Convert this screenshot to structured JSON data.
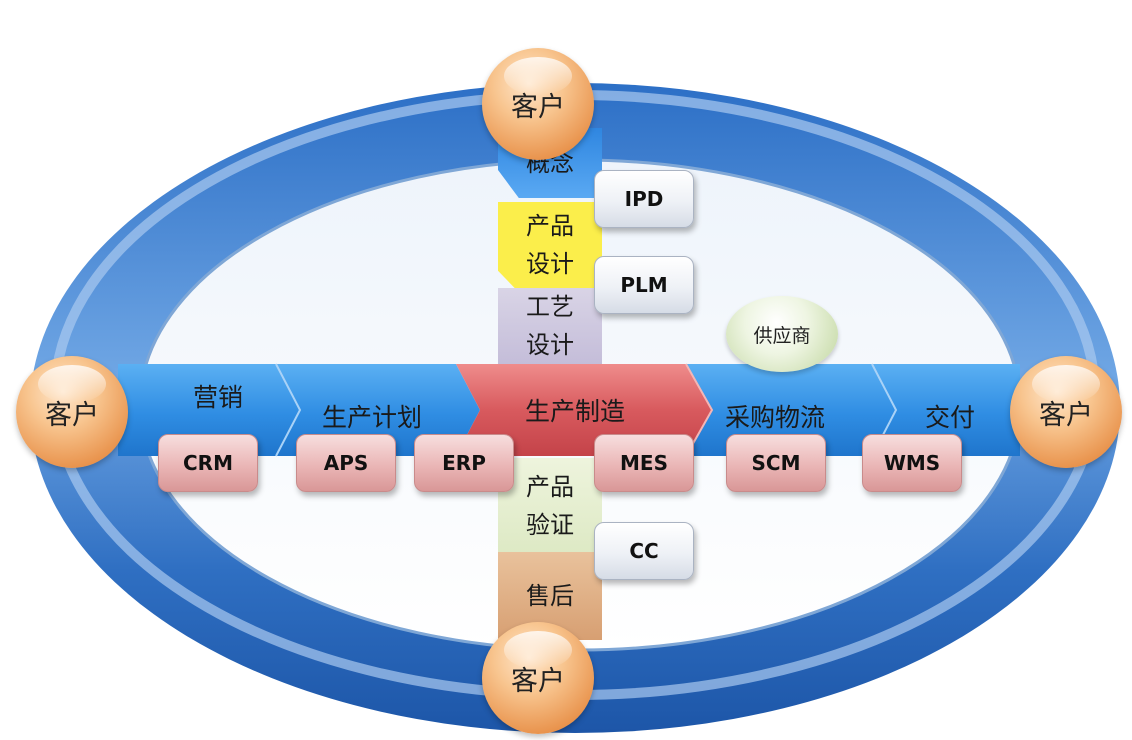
{
  "customer_label": "客户",
  "supplier_label": "供应商",
  "vertical_stages": {
    "concept": "概念",
    "product_design": [
      "产品",
      "设计"
    ],
    "process_design": [
      "工艺",
      "设计"
    ],
    "product_verification": [
      "产品",
      "验证"
    ],
    "after_sales": "售后"
  },
  "horizontal_stages": {
    "marketing": "营销",
    "production_planning": "生产计划",
    "manufacturing": "生产制造",
    "procurement_logistics": "采购物流",
    "delivery": "交付"
  },
  "systems": {
    "ipd": "IPD",
    "plm": "PLM",
    "crm": "CRM",
    "aps": "APS",
    "erp": "ERP",
    "mes": "MES",
    "scm": "SCM",
    "wms": "WMS",
    "cc": "CC"
  },
  "colors": {
    "ring_blue": "#3f7fd0",
    "band_blue": "#3a95e6",
    "manufacturing_red": "#d9545b",
    "customer_orange": "#f2a765",
    "tag_pink": "#eab6b6",
    "tag_gray": "#e6eaf1"
  }
}
